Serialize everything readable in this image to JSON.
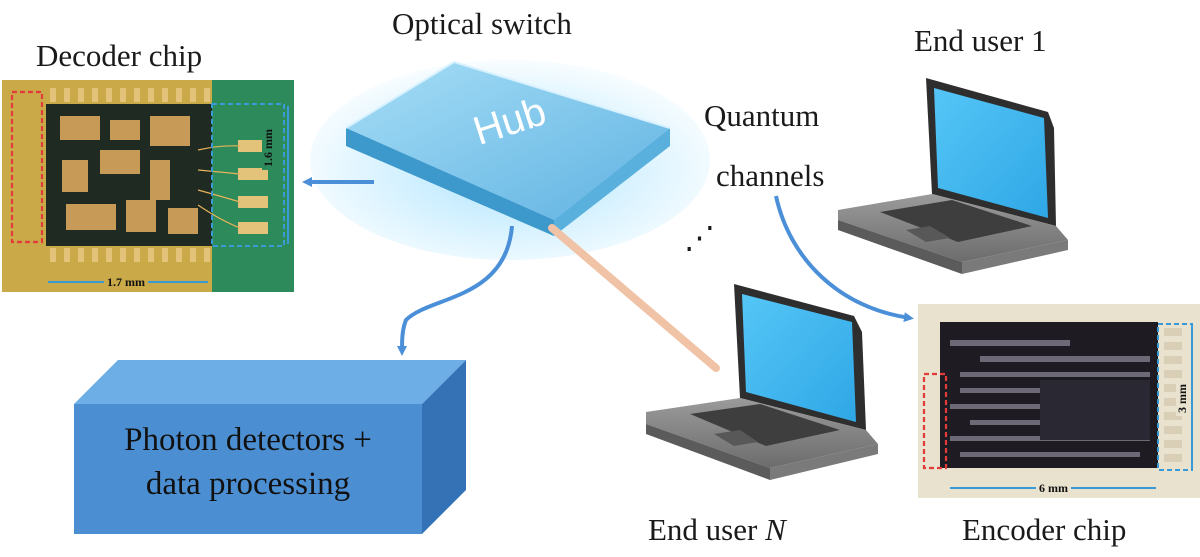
{
  "labels": {
    "optical_switch": "Optical switch",
    "decoder_chip": "Decoder chip",
    "end_user_1": "End user 1",
    "quantum": "Quantum",
    "channels": "channels",
    "ellipsis": "⋰",
    "end_user_n_prefix": "End user ",
    "end_user_n_var": "N",
    "encoder_chip": "Encoder chip",
    "hub": "Hub",
    "detectors_line1": "Photon detectors +",
    "detectors_line2": "data processing"
  },
  "dimensions": {
    "decoder_width": "1.7 mm",
    "decoder_height": "1.6 mm",
    "encoder_width": "6 mm",
    "encoder_height": "3 mm"
  },
  "colors": {
    "arrow": "#4a8fd8",
    "fiber": "#f2c7ad",
    "hub": "#7fc6ec",
    "box_front": "#4b8fd2",
    "box_top": "#6eaee6",
    "box_side": "#3572b5",
    "screen": "#43b8f0",
    "chip_outline_red": "#e43a3a",
    "chip_outline_blue": "#3a9ad8"
  }
}
